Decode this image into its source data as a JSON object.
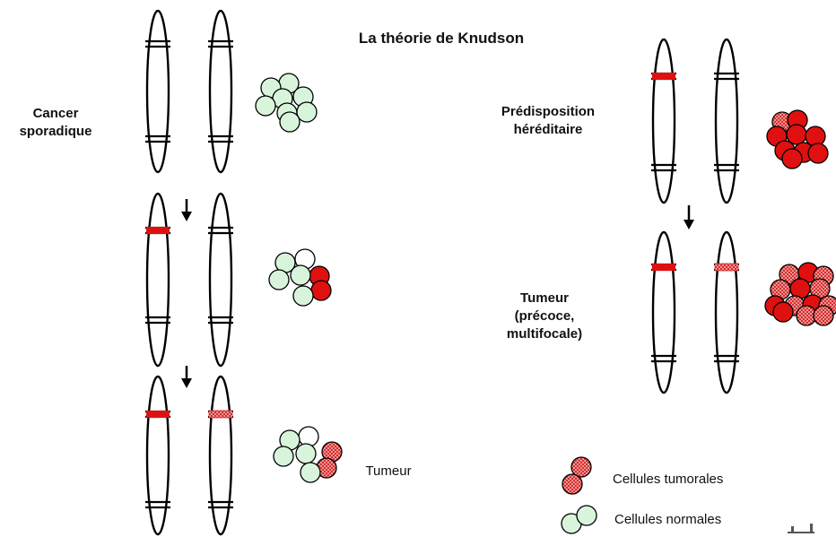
{
  "title": "La théorie de Knudson",
  "left": {
    "label_lines": [
      "Cancer",
      "sporadique"
    ],
    "final_label": "Tumeur"
  },
  "right": {
    "label1_lines": [
      "Prédisposition",
      "héréditaire"
    ],
    "label2_lines": [
      "Tumeur",
      "(précoce,",
      "multifocale)"
    ]
  },
  "legend": {
    "tumor": "Cellules tumorales",
    "normal": "Cellules normales"
  },
  "colors": {
    "normal_cell": "#d8f5dc",
    "tumor_cell": "#e01010",
    "mutated_cell": "#f39a9a",
    "outline": "#000000"
  }
}
